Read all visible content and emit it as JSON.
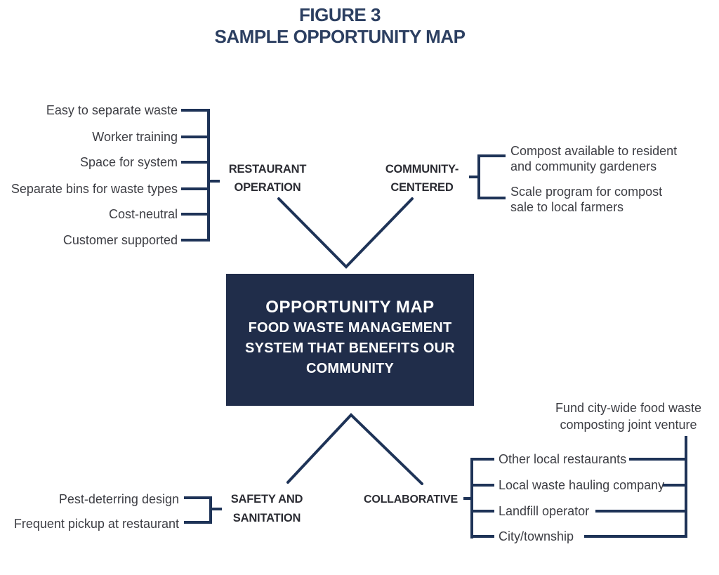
{
  "figure": {
    "title_line1": "FIGURE 3",
    "title_line2": "SAMPLE OPPORTUNITY MAP"
  },
  "center_box": {
    "heading": "OPPORTUNITY MAP",
    "body": "FOOD WASTE MANAGEMENT SYSTEM THAT BENEFITS OUR COMMUNITY"
  },
  "branches": {
    "restaurant_operation": {
      "label_line1": "RESTAURANT",
      "label_line2": "OPERATION",
      "items": [
        "Easy to separate waste",
        "Worker training",
        "Space for system",
        "Separate bins for waste types",
        "Cost-neutral",
        "Customer supported"
      ]
    },
    "community_centered": {
      "label_line1": "COMMUNITY-",
      "label_line2": "CENTERED",
      "items": [
        "Compost available to resident and community gardeners",
        "Scale program for compost sale to local farmers"
      ]
    },
    "safety_sanitation": {
      "label_line1": "SAFETY AND",
      "label_line2": "SANITATION",
      "items": [
        "Pest-deterring design",
        "Frequent pickup at restaurant"
      ]
    },
    "collaborative": {
      "label": "COLLABORATIVE",
      "items": [
        "Other local restaurants",
        "Local waste hauling company",
        "Landfill operator",
        "City/township"
      ],
      "note": "Fund city-wide food waste composting joint venture"
    }
  },
  "colors": {
    "line": "#1e3357",
    "box_fill": "#202d4a",
    "box_text": "#ffffff",
    "title_text": "#2c3f61",
    "item_text": "#3d3e44",
    "label_text": "#2b2c33",
    "background": "#ffffff"
  }
}
